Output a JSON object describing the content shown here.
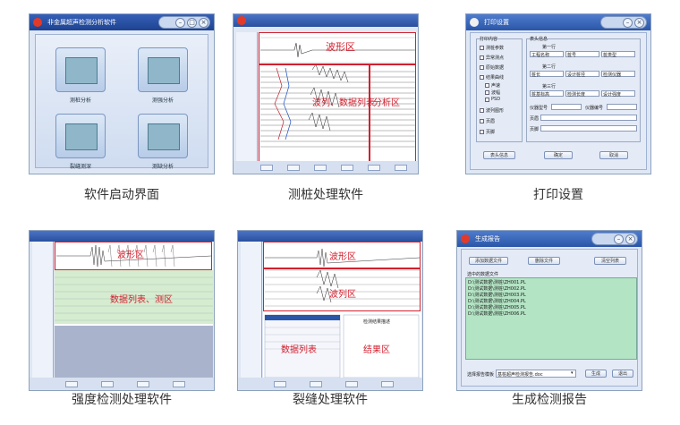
{
  "captions": [
    "软件启动界面",
    "测桩处理软件",
    "打印设置",
    "强度检测处理软件",
    "裂缝处理软件",
    "生成检测报告"
  ],
  "launch": {
    "title": "非金属超声检测分析软件",
    "cards": [
      "测桩分析",
      "测强分析",
      "裂缝测深",
      "测缺分析"
    ]
  },
  "pile": {
    "labels": [
      "波形区",
      "波列、数据列表",
      "分析区"
    ]
  },
  "print": {
    "title": "打印设置",
    "content_group": "打印内容",
    "content_items": [
      "测桩参数",
      "异常测点",
      "原始数据",
      "结果曲线",
      "声速",
      "波幅",
      "PSD",
      "波列图形",
      "页眉",
      "页脚"
    ],
    "header_group": "表头信息",
    "row1": "第一行",
    "row1_fields": [
      "工程名称",
      "桩号",
      "桩类型"
    ],
    "row2": "第二行",
    "row2_fields": [
      "桩长",
      "设计桩径",
      "检测仪器"
    ],
    "row3": "第三行",
    "row3_fields": [
      "桩基标高",
      "检测长度",
      "设计强度"
    ],
    "instr_no": "仪器型号",
    "instr_id": "仪器编号",
    "header_label": "页眉",
    "footer_label": "页脚",
    "buttons": [
      "表头信息",
      "确定",
      "取消"
    ]
  },
  "strength": {
    "labels": [
      "波形区",
      "数据列表、测区"
    ]
  },
  "crack": {
    "labels": [
      "波形区",
      "波列区",
      "数据列表",
      "结果区"
    ],
    "result_title": "检测结果描述"
  },
  "report": {
    "title": "生成报告",
    "buttons": [
      "添加数据文件",
      "删除文件",
      "清空列表"
    ],
    "list_title": "选中的数据文件",
    "files": [
      "D:\\测试数据\\测桩\\ZH001.PL",
      "D:\\测试数据\\测桩\\ZH002.PL",
      "D:\\测试数据\\测桩\\ZH003.PL",
      "D:\\测试数据\\测桩\\ZH004.PL",
      "D:\\测试数据\\测桩\\ZH005.PL",
      "D:\\测试数据\\测桩\\ZH006.PL"
    ],
    "template_label": "选择报告模板",
    "template_value": "基桩超声检测报告.doc",
    "generate": "生成",
    "exit": "退出"
  }
}
